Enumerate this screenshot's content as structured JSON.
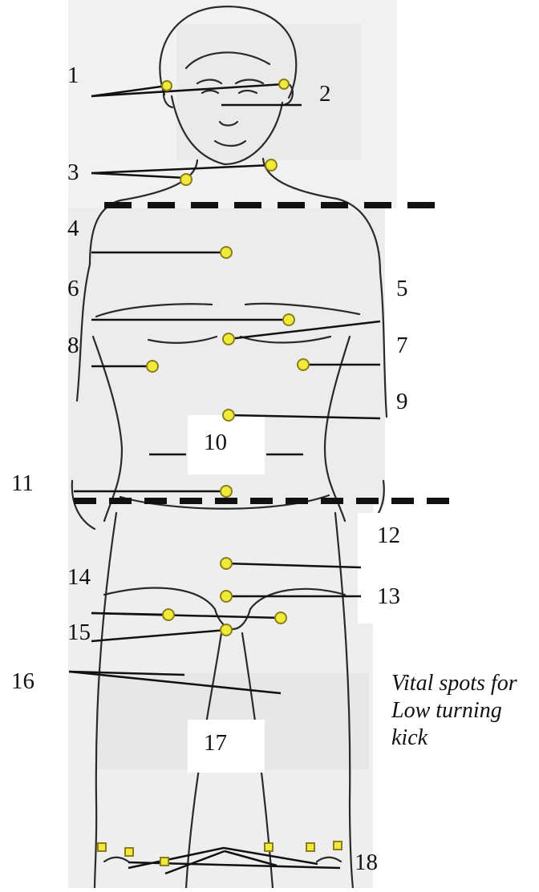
{
  "labels": {
    "n1": "1",
    "n2": "2",
    "n3": "3",
    "n4": "4",
    "n5": "5",
    "n6": "6",
    "n7": "7",
    "n8": "8",
    "n9": "9",
    "n10": "10",
    "n11": "11",
    "n12": "12",
    "n13": "13",
    "n14": "14",
    "n15": "15",
    "n16": "16",
    "n17": "17",
    "n18": "18"
  },
  "caption": {
    "line1": "Vital spots for",
    "line2": "Low turning",
    "line3": "kick"
  },
  "colors": {
    "spot_fill": "#f2ea3a",
    "spot_stroke": "#8a7d1a",
    "line": "#111111",
    "sketch": "#2a2a2a",
    "paper_tint": "#e9e9e9"
  }
}
